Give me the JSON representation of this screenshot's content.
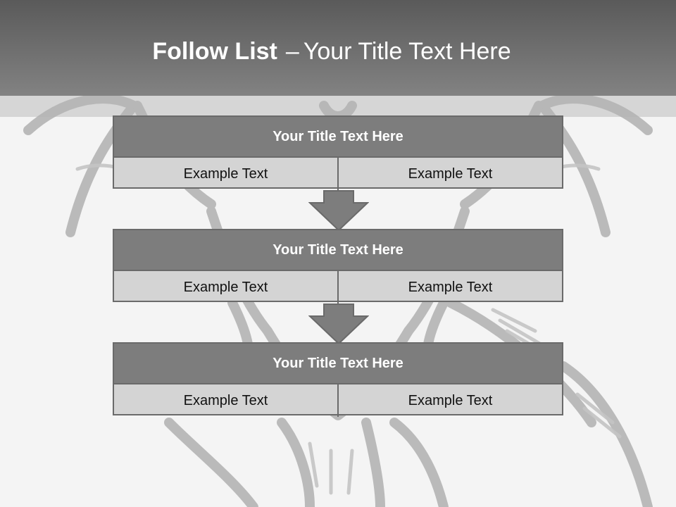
{
  "slide": {
    "title_bold": "Follow List",
    "title_dash": "–",
    "title_rest": "Your Title Text Here"
  },
  "steps": [
    {
      "title": "Your Title Text Here",
      "left_text": "Example Text",
      "right_text": "Example Text"
    },
    {
      "title": "Your Title Text Here",
      "left_text": "Example Text",
      "right_text": "Example Text"
    },
    {
      "title": "Your Title Text Here",
      "left_text": "Example Text",
      "right_text": "Example Text"
    }
  ],
  "colors": {
    "header": "#6e6e6e",
    "box_title": "#7d7d7d",
    "box_body": "#d4d4d4",
    "border": "#6a6a6a",
    "background_art": "#b4b4b4"
  },
  "icons": {
    "connector": "down-arrow-icon",
    "background": "decorative-line-art"
  }
}
